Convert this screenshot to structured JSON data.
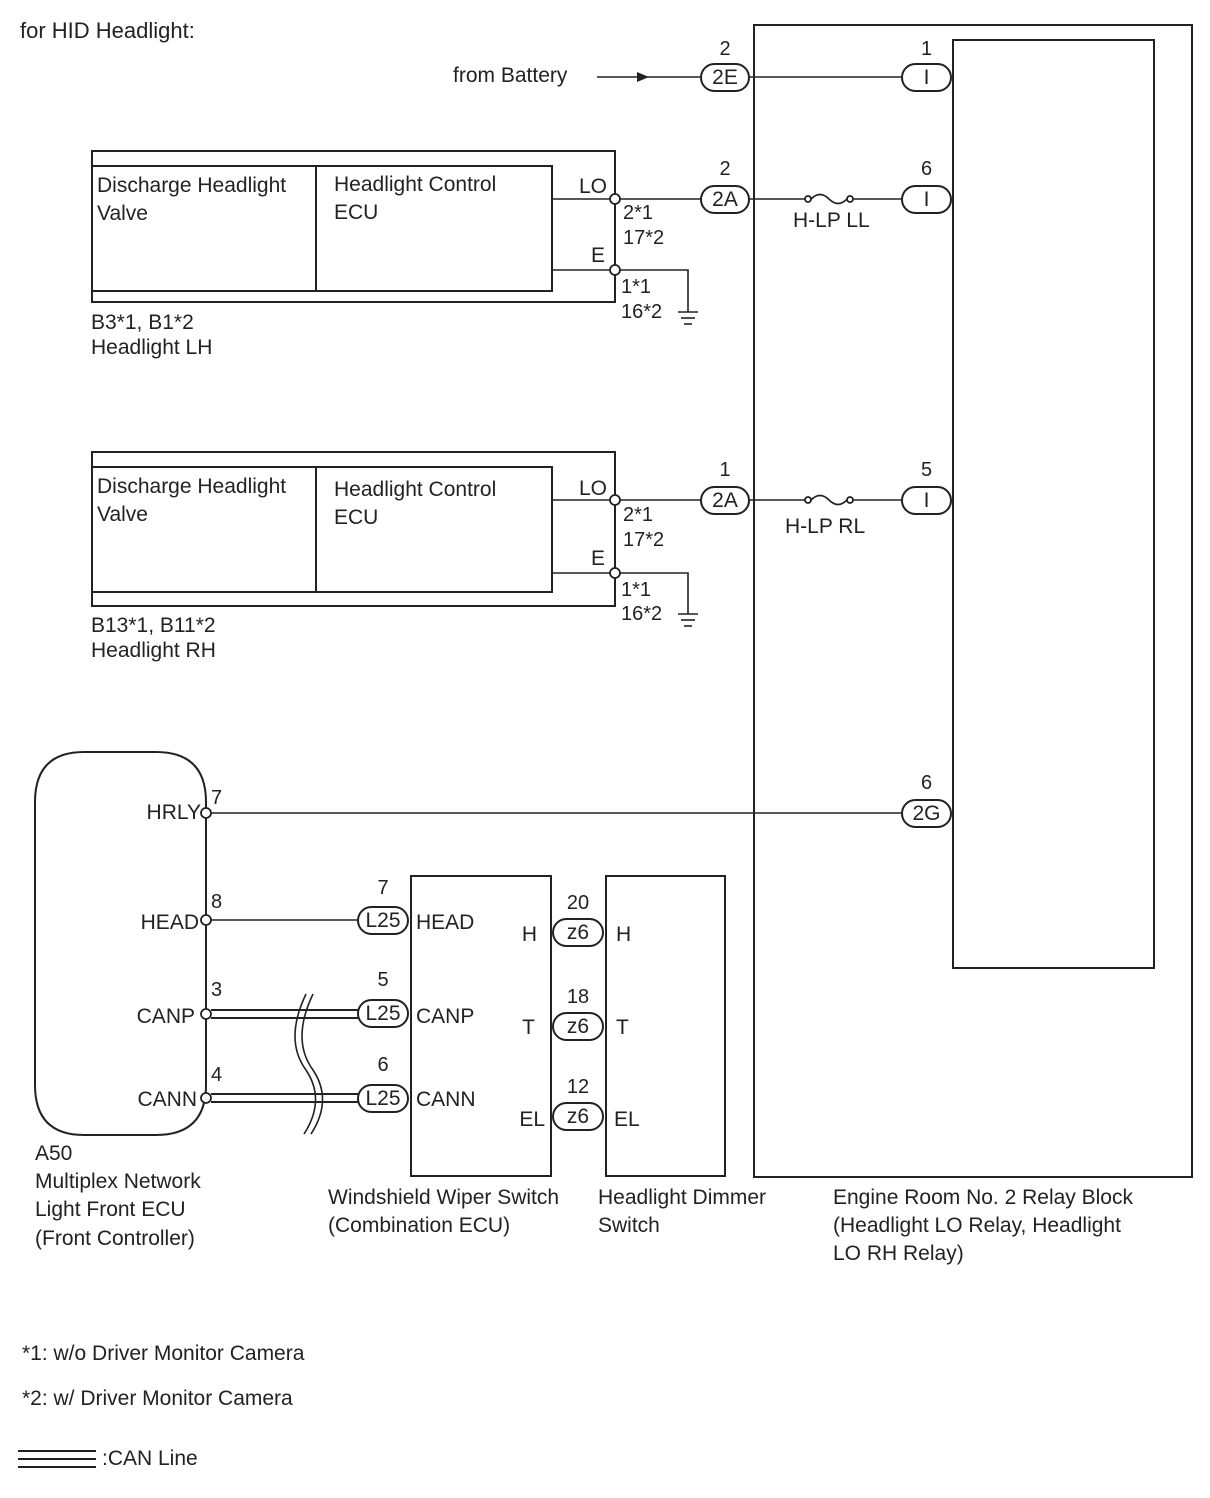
{
  "title": "for HID Headlight:",
  "battery_label": "from Battery",
  "headlight_lh": {
    "valve_label_1": "Discharge Headlight",
    "valve_label_2": "Valve",
    "ecu_label_1": "Headlight Control",
    "ecu_label_2": "ECU",
    "pin_lo": "LO",
    "pin_e": "E",
    "lo_pins_1": "2*1",
    "lo_pins_2": "17*2",
    "e_pins_1": "1*1",
    "e_pins_2": "16*2",
    "code": "B3*1, B1*2",
    "name": "Headlight LH"
  },
  "headlight_rh": {
    "valve_label_1": "Discharge Headlight",
    "valve_label_2": "Valve",
    "ecu_label_1": "Headlight Control",
    "ecu_label_2": "ECU",
    "pin_lo": "LO",
    "pin_e": "E",
    "lo_pins_1": "2*1",
    "lo_pins_2": "17*2",
    "e_pins_1": "1*1",
    "e_pins_2": "16*2",
    "code": "B13*1, B11*2",
    "name": "Headlight RH"
  },
  "connectors": {
    "c2e": {
      "code": "2E",
      "pin": "2"
    },
    "c2a_lh": {
      "code": "2A",
      "pin": "2"
    },
    "c2a_rh": {
      "code": "2A",
      "pin": "1"
    },
    "c2g": {
      "code": "2G",
      "pin": "6"
    },
    "ci1": {
      "code": "I",
      "pin": "1"
    },
    "ci6": {
      "code": "I",
      "pin": "6"
    },
    "ci5": {
      "code": "I",
      "pin": "5"
    },
    "l25_head": {
      "code": "L25",
      "pin": "7"
    },
    "l25_canp": {
      "code": "L25",
      "pin": "5"
    },
    "l25_cann": {
      "code": "L25",
      "pin": "6"
    },
    "z6_h": {
      "code": "z6",
      "pin": "20"
    },
    "z6_t": {
      "code": "z6",
      "pin": "18"
    },
    "z6_el": {
      "code": "z6",
      "pin": "12"
    }
  },
  "fuses": {
    "lh": "H-LP LL",
    "rh": "H-LP RL"
  },
  "front_ecu": {
    "pins": {
      "hrly": {
        "label": "HRLY",
        "num": "7"
      },
      "head": {
        "label": "HEAD",
        "num": "8"
      },
      "canp": {
        "label": "CANP",
        "num": "3"
      },
      "cann": {
        "label": "CANN",
        "num": "4"
      }
    },
    "code": "A50",
    "name_1": "Multiplex Network",
    "name_2": "Light Front ECU",
    "name_3": "(Front Controller)"
  },
  "wiper_switch": {
    "pin_head": "HEAD",
    "pin_canp": "CANP",
    "pin_cann": "CANN",
    "pin_h": "H",
    "pin_t": "T",
    "pin_el": "EL",
    "name_1": "Windshield Wiper Switch",
    "name_2": "(Combination ECU)"
  },
  "dimmer_switch": {
    "pin_h": "H",
    "pin_t": "T",
    "pin_el": "EL",
    "name_1": "Headlight Dimmer",
    "name_2": "Switch"
  },
  "relay_block": {
    "name_1": "Engine Room No. 2 Relay Block",
    "name_2": "(Headlight LO Relay, Headlight",
    "name_3": "LO RH Relay)"
  },
  "notes": {
    "n1": "*1: w/o Driver Monitor Camera",
    "n2": "*2: w/ Driver Monitor Camera"
  },
  "legend": {
    "can_line": ":CAN Line"
  }
}
